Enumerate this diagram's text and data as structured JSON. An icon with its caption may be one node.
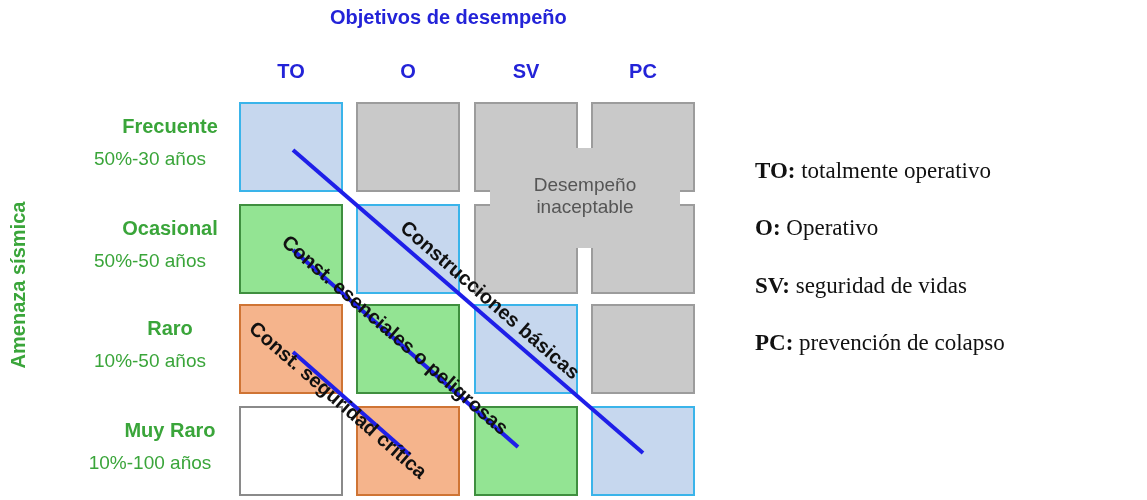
{
  "diagram": {
    "title": "Objetivos de desempeño",
    "labels": [
      "TO",
      "O",
      "SV",
      "PC",
      "Frecuente",
      "50%-30 años",
      "Ocasional",
      "50%-50 años",
      "Raro",
      "10%-50 años",
      "Muy Raro",
      "10%-100 años",
      "Amenaza sísmica",
      "Desempeño inaceptable",
      "Construcciones básicas",
      "Const. esenciales o peligrosas",
      "Const. seguridad crítica",
      "**TO:** totalmente operativo",
      "**O:** Operativo",
      "**SV:** seguridad de vidas",
      "**PC:** prevención de colapso"
    ]
  }
}
